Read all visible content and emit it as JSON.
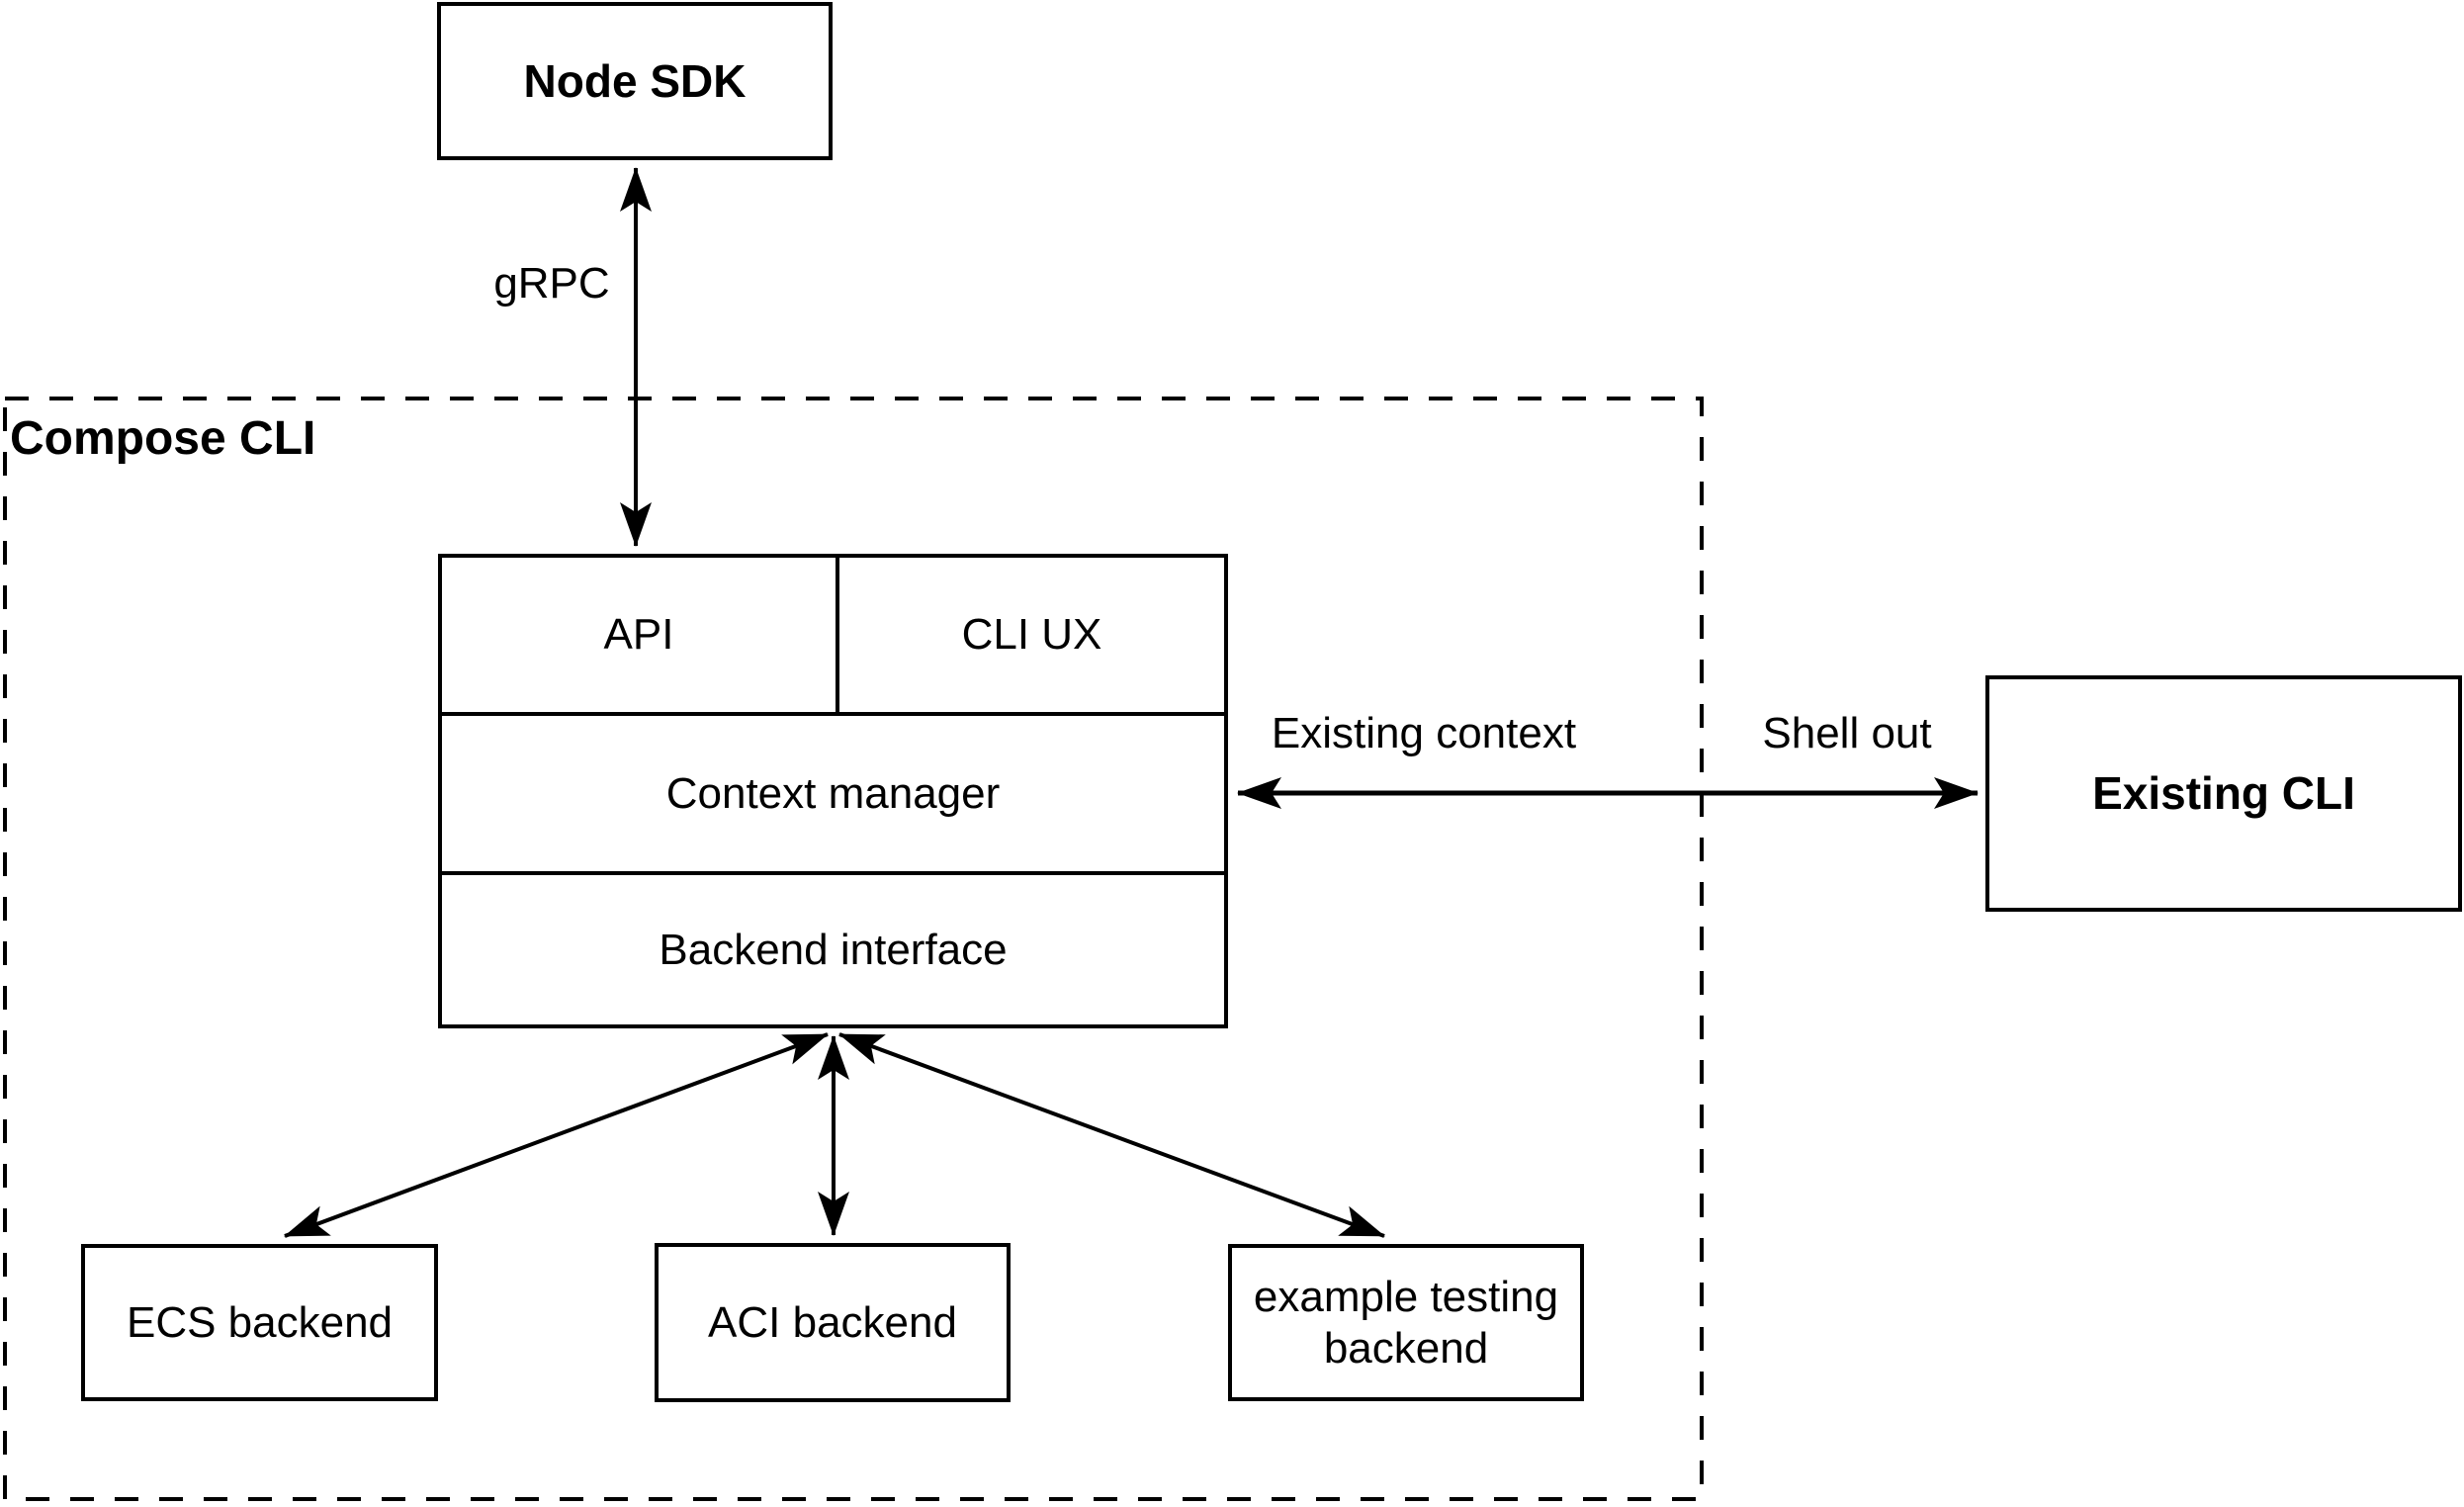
{
  "diagram": {
    "type": "architecture-diagram",
    "container": {
      "label": "Compose CLI"
    },
    "nodes": {
      "node_sdk": {
        "label": "Node SDK"
      },
      "api": {
        "label": "API"
      },
      "cli_ux": {
        "label": "CLI UX"
      },
      "context_manager": {
        "label": "Context manager"
      },
      "backend_interface": {
        "label": "Backend interface"
      },
      "existing_cli": {
        "label": "Existing CLI"
      },
      "ecs_backend": {
        "label": "ECS backend"
      },
      "aci_backend": {
        "label": "ACI backend"
      },
      "example_testing_backend": {
        "label": "example testing backend"
      }
    },
    "edges": [
      {
        "from": "node_sdk",
        "to": "api",
        "label": "gRPC",
        "arrows": "both"
      },
      {
        "from": "context_manager",
        "to": "existing_cli",
        "label_left": "Existing context",
        "label_right": "Shell out",
        "arrows": "both"
      },
      {
        "from": "backend_interface",
        "to": "ecs_backend",
        "arrows": "both"
      },
      {
        "from": "backend_interface",
        "to": "aci_backend",
        "arrows": "both"
      },
      {
        "from": "backend_interface",
        "to": "example_testing_backend",
        "arrows": "both"
      }
    ],
    "colors": {
      "stroke": "#000000",
      "text": "#000000",
      "background": "#ffffff"
    }
  }
}
